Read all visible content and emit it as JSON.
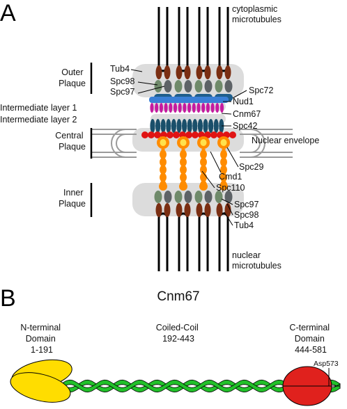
{
  "panel_a": {
    "letter": "A",
    "labels": {
      "cytoplasmic_microtubules": [
        "cytoplasmic",
        "microtubules"
      ],
      "nuclear_microtubules": [
        "nuclear",
        "microtubules"
      ],
      "outer_plaque": [
        "Outer",
        "Plaque"
      ],
      "intermediate_layer_1": "Intermediate layer 1",
      "intermediate_layer_2": "Intermediate layer 2",
      "central_plaque": [
        "Central",
        "Plaque"
      ],
      "inner_plaque": [
        "Inner",
        "Plaque"
      ],
      "nuclear_envelope": "Nuclear envelope"
    },
    "proteins": {
      "tub4_top": "Tub4",
      "spc98_top": "Spc98",
      "spc97_top": "Spc97",
      "spc72": "Spc72",
      "nud1": "Nud1",
      "cnm67": "Cnm67",
      "spc42": "Spc42",
      "spc29": "Spc29",
      "cmd1": "Cmd1",
      "spc110": "Spc110",
      "spc97_bot": "Spc97",
      "spc98_bot": "Spc98",
      "tub4_bot": "Tub4"
    },
    "colors": {
      "plaque_grey": "#dcdcdc",
      "tub4": "#7a2e12",
      "spc98": "#6f8a6a",
      "spc97": "#5d6266",
      "spc72": "#1f5e8c",
      "nud1": "#3a7fd6",
      "cnm67": "#c61aa0",
      "spc42": "#1a4f6a",
      "spc29": "#e01414",
      "cmd1": "#ffe14d",
      "spc110": "#ff8c00"
    }
  },
  "panel_b": {
    "letter": "B",
    "title": "Cnm67",
    "n_terminal": [
      "N-terminal",
      "Domain",
      "1-191"
    ],
    "coiled_coil": [
      "Coiled-Coil",
      "192-443"
    ],
    "c_terminal": [
      "C-terminal",
      "Domain",
      "444-581"
    ],
    "asp_label": "Asp573",
    "colors": {
      "n_domain": "#ffdd00",
      "coil": "#22c02a",
      "c_domain": "#e0211d"
    }
  }
}
